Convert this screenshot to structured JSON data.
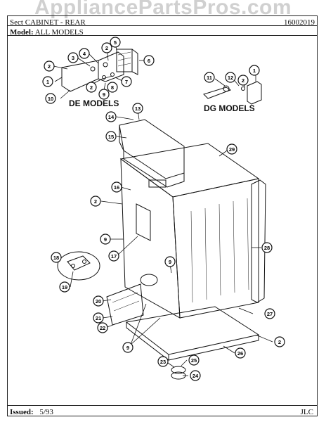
{
  "header": {
    "watermark": "AppliancePartsPros.com",
    "section": "Sect   CABINET - REAR",
    "doc_number": "16002019",
    "model_label": "Model:",
    "model_value": "ALL MODELS"
  },
  "groups": {
    "de_models": "DE MODELS",
    "dg_models": "DG MODELS"
  },
  "callouts": [
    "1",
    "2",
    "3",
    "4",
    "5",
    "6",
    "7",
    "8",
    "9",
    "10",
    "11",
    "12",
    "13",
    "14",
    "15",
    "16",
    "17",
    "18",
    "19",
    "20",
    "21",
    "22",
    "23",
    "24",
    "25",
    "26",
    "27",
    "28",
    "29"
  ],
  "footer": {
    "issued_label": "Issued:",
    "issued_value": "5/93",
    "initials": "JLC"
  }
}
